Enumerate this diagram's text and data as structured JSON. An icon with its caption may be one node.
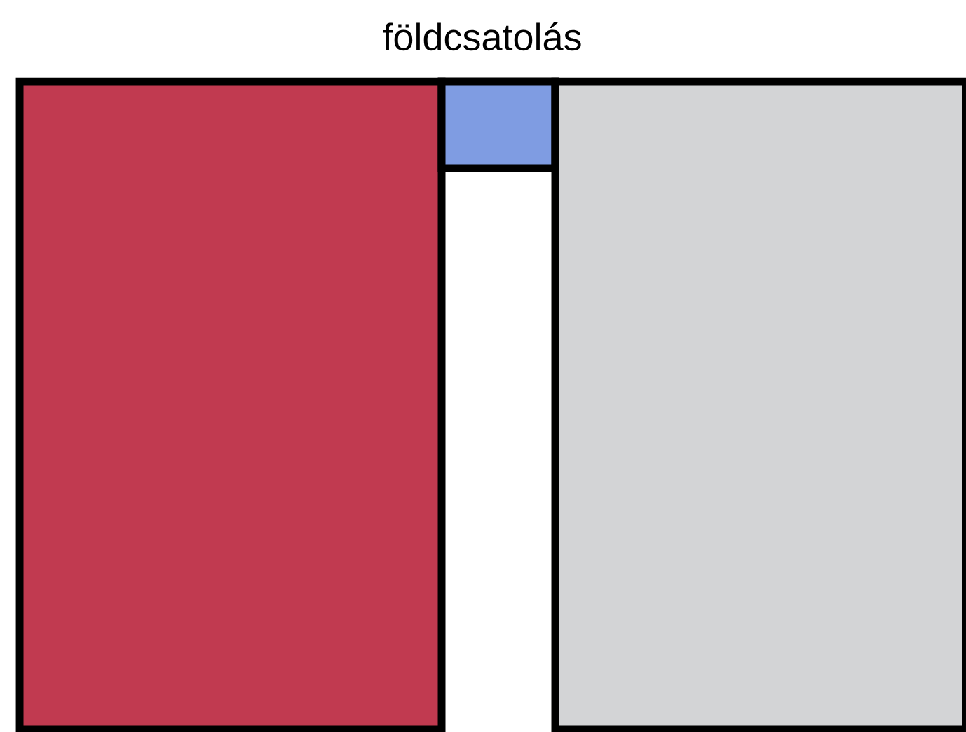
{
  "diagram": {
    "title": "földcsatolás",
    "nodes": [
      {
        "text": [],
        "shape": "box"
      },
      {
        "text": [],
        "shape": "box"
      },
      {
        "text": [],
        "shape": "box"
      }
    ]
  }
}
